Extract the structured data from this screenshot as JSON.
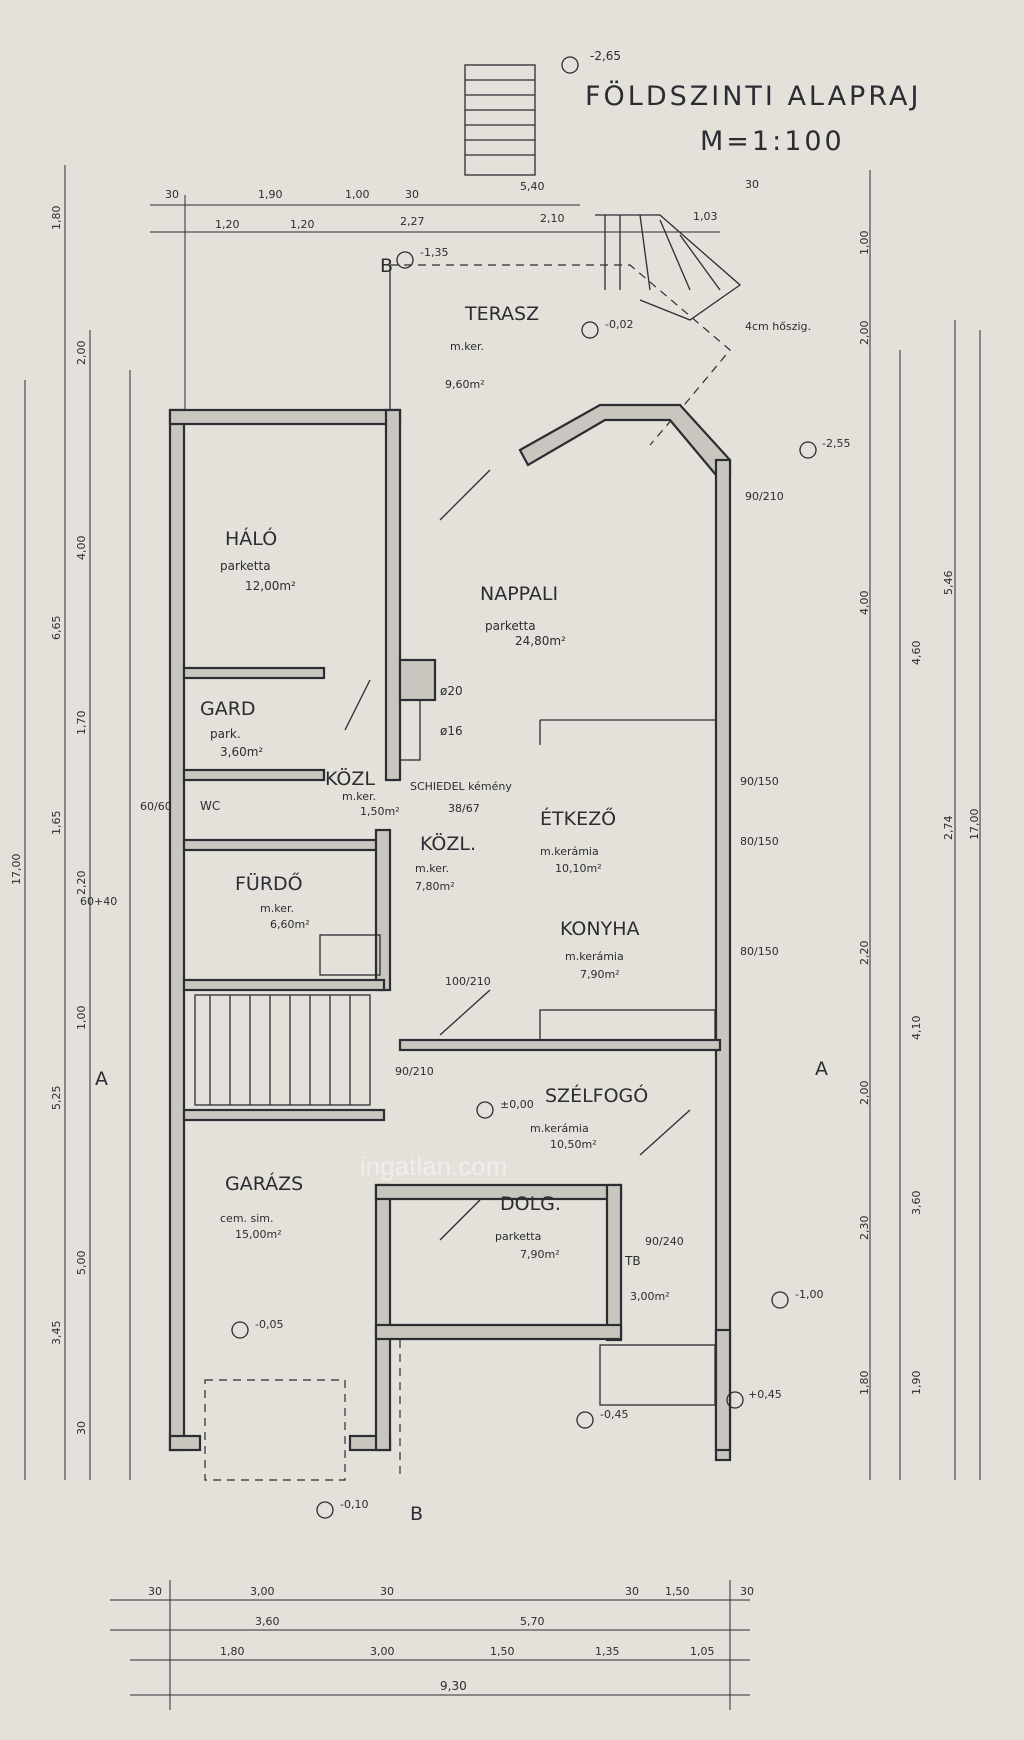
{
  "title": "FÖLDSZINTI ALAPRAJ",
  "scale": "M=1:100",
  "rooms": [
    {
      "name": "HÁLÓ",
      "floor": "parketta",
      "area": "12,00m²"
    },
    {
      "name": "NAPPALI",
      "floor": "parketta",
      "area": "24,80m²"
    },
    {
      "name": "GARD",
      "floor": "park.",
      "area": "3,60m²"
    },
    {
      "name": "KÖZL",
      "floor": "m.ker.",
      "area": "1,50m²"
    },
    {
      "name": "WC",
      "floor": "",
      "area": ""
    },
    {
      "name": "FÜRDŐ",
      "floor": "m.ker.",
      "area": "6,60m²"
    },
    {
      "name": "KÖZL.",
      "floor": "m.ker.",
      "area": "7,80m²"
    },
    {
      "name": "ÉTKEZŐ",
      "floor": "m.kerámia",
      "area": "10,10m²"
    },
    {
      "name": "KONYHA",
      "floor": "m.kerámia",
      "area": "7,90m²"
    },
    {
      "name": "SZÉLFOGÓ",
      "floor": "m.kerámia",
      "area": "10,50m²"
    },
    {
      "name": "GARÁZS",
      "floor": "cem. sim.",
      "area": "15,00m²"
    },
    {
      "name": "DOLG.",
      "floor": "parketta",
      "area": "7,90m²"
    },
    {
      "name": "TERASZ",
      "floor": "m.ker.",
      "area": ""
    },
    {
      "name": "TB",
      "floor": "",
      "area": "3,00m²"
    }
  ],
  "notes": {
    "chimney": "SCHIEDEL kémény",
    "chimney_size": "38/67",
    "insulation": "4cm hőszig.",
    "flue1": "ø20",
    "flue2": "ø16",
    "terrace_area": "9,60m²"
  },
  "levels": [
    "-2,65",
    "-1,35",
    "-0,02",
    "-2,55",
    "±0,00",
    "-0,05",
    "-1,00",
    "-0,45",
    "+0,45",
    "-0,10"
  ],
  "section_marks": [
    "A",
    "A",
    "B",
    "B"
  ],
  "dims_bottom_row1": [
    "30",
    "3,00",
    "30",
    "5,70",
    "30",
    "1,50",
    "30"
  ],
  "dims_bottom_row2": [
    "3,60"
  ],
  "dims_bottom_row3": [
    "1,80",
    "3,00",
    "1,50",
    "1,35",
    "1,05"
  ],
  "dims_bottom_total": "9,30",
  "dims_top_row1": [
    "30",
    "1,90",
    "1,00",
    "30",
    "5,40",
    "30"
  ],
  "dims_top_row2": [
    "1,20",
    "1,20",
    "2,27",
    "2,10",
    "1,03"
  ],
  "dims_left": [
    "1,80",
    "2,00",
    "6,65",
    "4,00",
    "1,70",
    "1,65",
    "2,20",
    "5,25",
    "1,00",
    "5,00",
    "3,45",
    "30",
    "17,00"
  ],
  "dims_right": [
    "1,00",
    "2,00",
    "5,46",
    "4,00",
    "4,60",
    "2,74",
    "4,10",
    "2,20",
    "2,00",
    "3,60",
    "2,30",
    "1,80",
    "1,90",
    "17,00"
  ],
  "openings": [
    "90/150",
    "80/150",
    "90/210",
    "60/60",
    "60+40",
    "90/240",
    "100/210",
    "90/210",
    "80/150"
  ],
  "watermark": "ingatlan.com"
}
